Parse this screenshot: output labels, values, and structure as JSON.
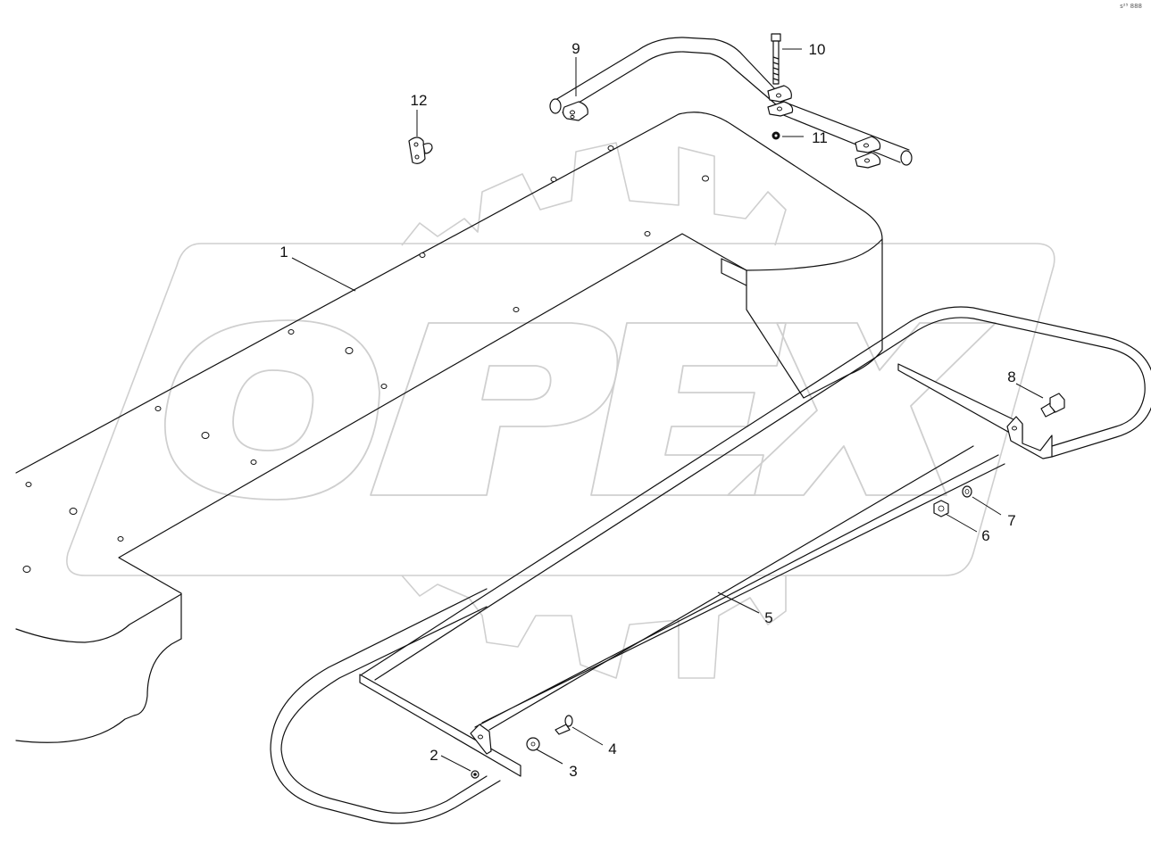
{
  "watermark": {
    "text": "OPEX",
    "color": "#cfcfcf"
  },
  "reference_code": "s²⁵ 888",
  "callouts": [
    {
      "number": "1"
    },
    {
      "number": "2"
    },
    {
      "number": "3"
    },
    {
      "number": "4"
    },
    {
      "number": "5"
    },
    {
      "number": "6"
    },
    {
      "number": "7"
    },
    {
      "number": "8"
    },
    {
      "number": "9"
    },
    {
      "number": "10"
    },
    {
      "number": "11"
    },
    {
      "number": "12"
    }
  ],
  "parts": [
    {
      "number": "1",
      "name": "shield-panel"
    },
    {
      "number": "2",
      "name": "nut"
    },
    {
      "number": "3",
      "name": "washer"
    },
    {
      "number": "4",
      "name": "bolt"
    },
    {
      "number": "5",
      "name": "guard-frame"
    },
    {
      "number": "6",
      "name": "nut"
    },
    {
      "number": "7",
      "name": "washer"
    },
    {
      "number": "8",
      "name": "bolt"
    },
    {
      "number": "9",
      "name": "tube-bracket"
    },
    {
      "number": "10",
      "name": "bolt"
    },
    {
      "number": "11",
      "name": "nut"
    },
    {
      "number": "12",
      "name": "clip"
    }
  ]
}
